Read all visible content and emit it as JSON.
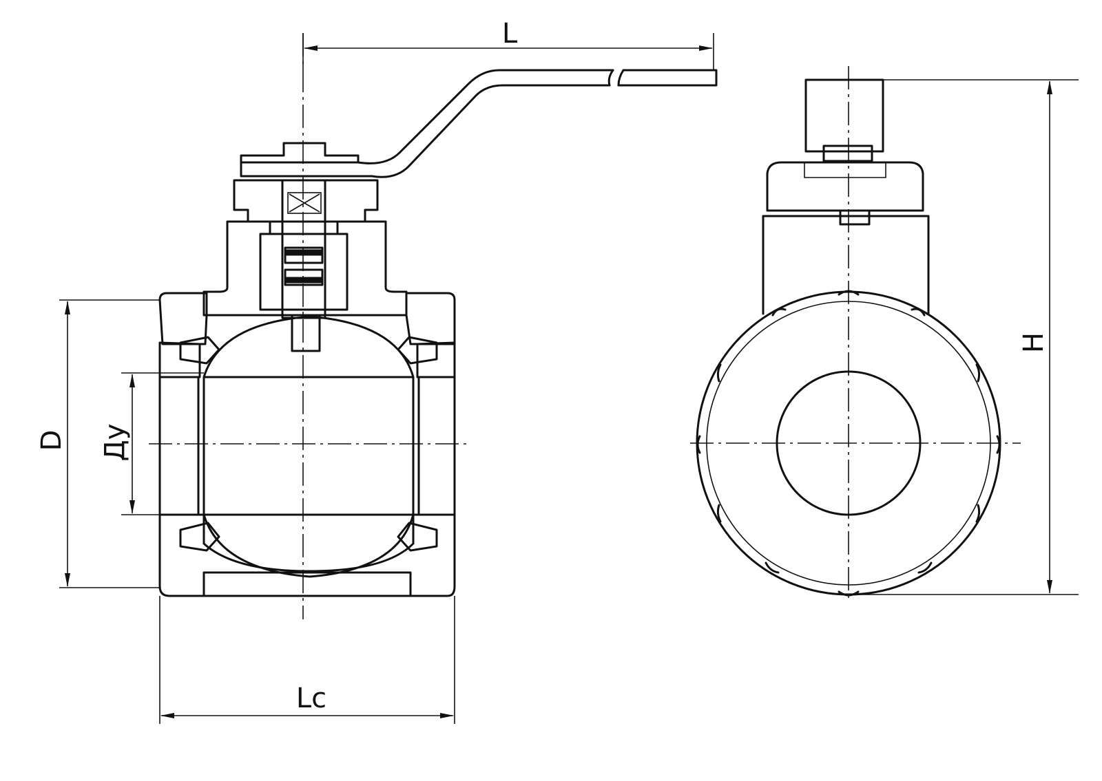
{
  "labels": {
    "handle_length": "L",
    "body_diameter": "D",
    "nominal_bore": "Ду",
    "overall_height": "H",
    "construction_length": "Lc"
  },
  "colors": {
    "ink": "#111111",
    "paper": "#ffffff"
  }
}
